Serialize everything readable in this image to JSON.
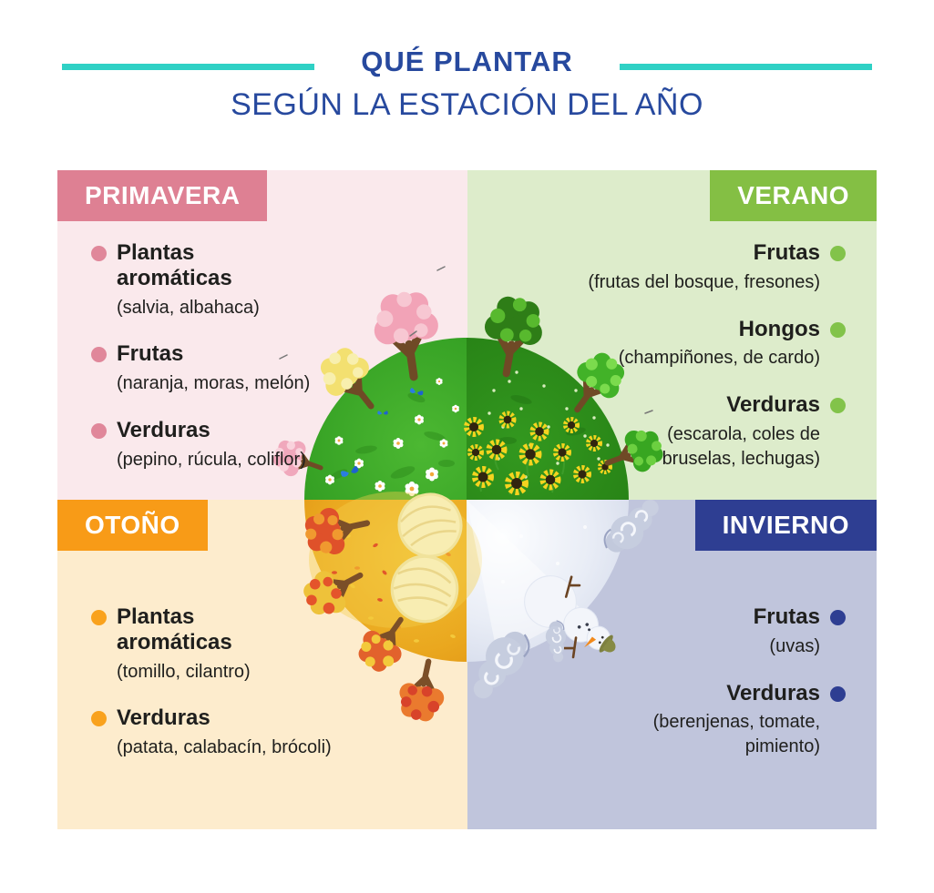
{
  "header": {
    "title": "QUÉ PLANTAR",
    "subtitle": "SEGÚN LA ESTACIÓN DEL AÑO",
    "title_color": "#27499e",
    "accent_line_color": "#2fd1c5"
  },
  "quadrants": [
    {
      "id": "primavera",
      "label": "PRIMAVERA",
      "side": "left",
      "colors": {
        "header": "#de8093",
        "background": "#fae9ec",
        "bullet": "#e0879a"
      },
      "items": [
        {
          "name": "Plantas aromáticas",
          "detail": "(salvia, albahaca)"
        },
        {
          "name": "Frutas",
          "detail": "(naranja, moras, melón)"
        },
        {
          "name": "Verduras",
          "detail": "(pepino, rúcula, coliflor)"
        }
      ]
    },
    {
      "id": "verano",
      "label": "VERANO",
      "side": "right",
      "colors": {
        "header": "#84bf44",
        "background": "#ddeccb",
        "bullet": "#82c34a"
      },
      "items": [
        {
          "name": "Frutas",
          "detail": "(frutas del bosque, fresones)"
        },
        {
          "name": "Hongos",
          "detail": "(champiñones, de cardo)"
        },
        {
          "name": "Verduras",
          "detail": "(escarola, coles de\nbruselas, lechugas)"
        }
      ]
    },
    {
      "id": "otono",
      "label": "OTOÑO",
      "side": "left",
      "colors": {
        "header": "#f89b17",
        "background": "#fdeccd",
        "bullet": "#f9a21d"
      },
      "items": [
        {
          "name": "Plantas aromáticas",
          "detail": "(tomillo, cilantro)"
        },
        {
          "name": "Verduras",
          "detail": "(patata, calabacín, brócoli)"
        }
      ]
    },
    {
      "id": "invierno",
      "label": "INVIERNO",
      "side": "right",
      "colors": {
        "header": "#2e3e92",
        "background": "#c0c5dc",
        "bullet": "#2e3e92"
      },
      "items": [
        {
          "name": "Frutas",
          "detail": "(uvas)"
        },
        {
          "name": "Verduras",
          "detail": "(berenjenas, tomate,\npimiento)"
        }
      ]
    }
  ],
  "illustration": {
    "spring": [
      "blossom-trees",
      "daisies",
      "butterflies"
    ],
    "summer": [
      "leafy-trees",
      "sunflowers"
    ],
    "autumn": [
      "autumn-trees",
      "haystacks",
      "falling-leaves"
    ],
    "winter": [
      "snowman",
      "wind-clouds"
    ]
  }
}
